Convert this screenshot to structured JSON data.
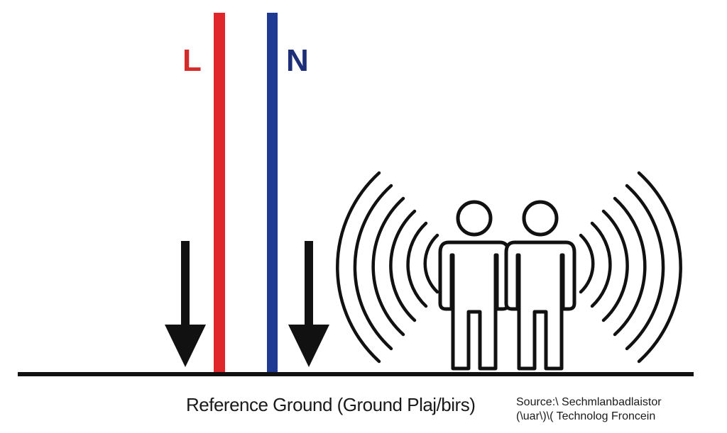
{
  "wires": {
    "line_label": "L",
    "neutral_label": "N",
    "line_color": "#e0262b",
    "neutral_color": "#1f3a93",
    "label_line_color": "#d42a2a",
    "label_neutral_color": "#1c2f78"
  },
  "icons": {
    "arrows": "down-arrow-icon",
    "people": "person-icon",
    "waves": "signal-wave-icon"
  },
  "caption": "Reference Ground (Ground Plaj/birs)",
  "source": {
    "line1": "Source:\\ Sechmlanbadlaistor",
    "line2": "(\\uar\\)\\(    Technolog Froncein"
  }
}
